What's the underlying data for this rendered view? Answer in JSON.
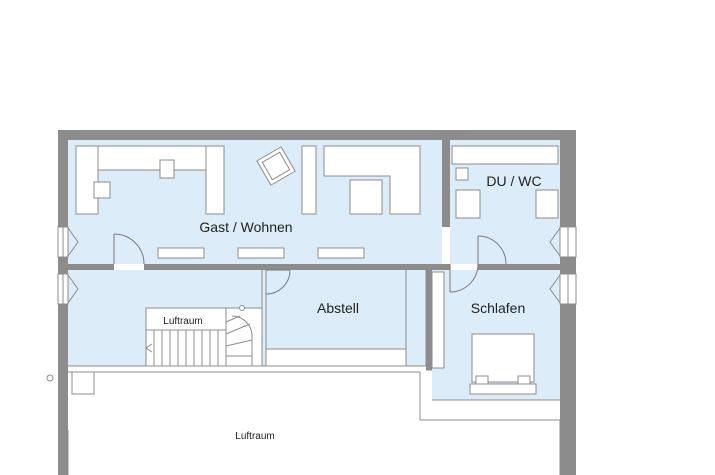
{
  "rooms": {
    "gast_wohnen": "Gast / Wohnen",
    "du_wc": "DU / WC",
    "abstell": "Abstell",
    "schlafen": "Schlafen",
    "luftraum_stair": "Luftraum",
    "luftraum_bottom": "Luftraum"
  },
  "colors": {
    "floor": "#dcecf8",
    "wall": "#8c8c8c",
    "line": "#7a7a7a",
    "background": "#ffffff"
  }
}
